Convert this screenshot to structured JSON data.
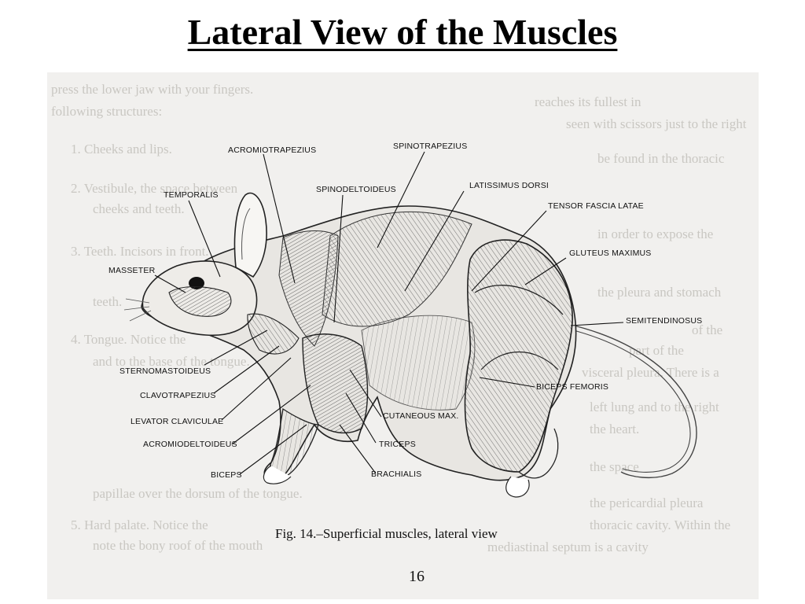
{
  "slide": {
    "title": "Lateral View of the Muscles"
  },
  "figure": {
    "caption": "Fig. 14.–Superficial muscles, lateral view",
    "page_number": "16",
    "labels": {
      "acromiotrapezius": "ACROMIOTRAPEZIUS",
      "spinotrapezius": "SPINOTRAPEZIUS",
      "temporalis": "TEMPORALIS",
      "spinodeltoideus": "SPINODELTOIDEUS",
      "latissimus_dorsi": "LATISSIMUS DORSI",
      "tensor_fascia_latae": "TENSOR FASCIA LATAE",
      "gluteus_maximus": "GLUTEUS MAXIMUS",
      "masseter": "MASSETER",
      "semitendinosus": "SEMITENDINOSUS",
      "sternomastoideus": "STERNOMASTOIDEUS",
      "biceps_femoris": "BICEPS FEMORIS",
      "clavotrapezius": "CLAVOTRAPEZIUS",
      "levator_claviculae": "LEVATOR CLAVICULAE",
      "cutaneous_max": "CUTANEOUS MAX.",
      "acromiodeltoideus": "ACROMIODELTOIDEUS",
      "triceps": "TRICEPS",
      "biceps": "BICEPS",
      "brachialis": "BRACHIALIS"
    },
    "ghost_text": [
      "press the lower jaw with your fingers.",
      "following structures:",
      "1. Cheeks and lips.",
      "2. Vestibule, the space between",
      "cheeks and teeth.",
      "3. Teeth. Incisors in front.",
      "teeth.",
      "4. Tongue. Notice the",
      "and to the base of the tongue.",
      "papillae over the dorsum of the tongue.",
      "5. Hard palate. Notice the",
      "note the bony roof of the mouth",
      "reaches its fullest in",
      "seen with scissors just to the right",
      "be found in the thoracic",
      "in order to expose the",
      "the pleura and stomach",
      "of the",
      "part of the",
      "visceral pleura. There is a",
      "left lung and to the right",
      "the heart.",
      "the space",
      "the pericardial pleura",
      "thoracic cavity. Within the",
      "mediastinal septum is a cavity"
    ]
  }
}
